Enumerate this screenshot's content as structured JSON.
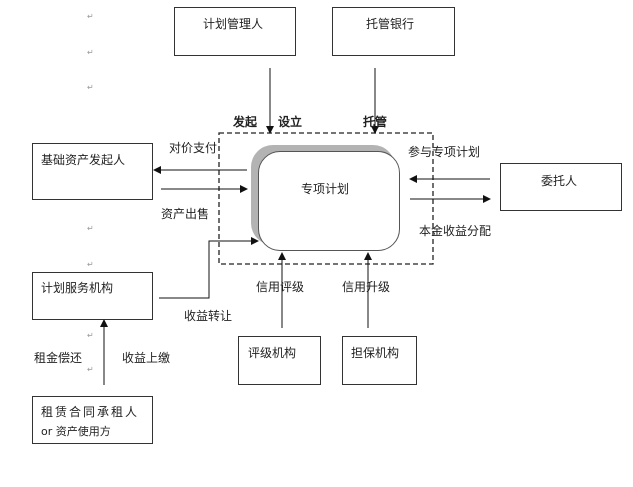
{
  "diagram": {
    "nodes": {
      "plan_manager": "计划管理人",
      "custodian_bank": "托管银行",
      "asset_originator": "基础资产发起人",
      "special_plan": "专项计划",
      "trustor": "委托人",
      "plan_service_agency": "计划服务机构",
      "rating_agency": "评级机构",
      "guarantee_agency": "担保机构",
      "lessee_line1": "租赁合同承租人",
      "lessee_line2": "or 资产使用方"
    },
    "edges": {
      "initiate": "发起",
      "establish": "设立",
      "custody": "托管",
      "consideration_payment": "对价支付",
      "asset_sale": "资产出售",
      "participate_plan": "参与专项计划",
      "principal_income_distribution": "本金收益分配",
      "income_transfer": "收益转让",
      "credit_rating": "信用评级",
      "credit_enhancement": "信用升级",
      "rent_repayment": "租金偿还",
      "income_remittance": "收益上缴"
    },
    "paragraph_mark": "↵"
  }
}
